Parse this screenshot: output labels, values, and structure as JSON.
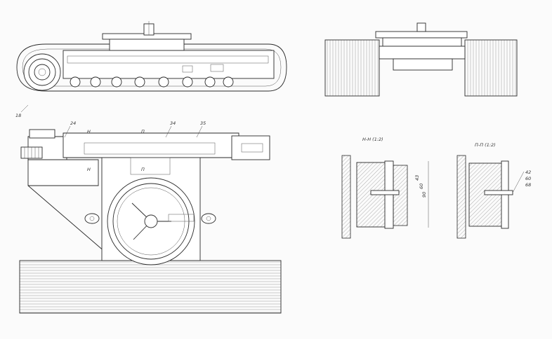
{
  "labels": {
    "callout_18": "18",
    "callout_24": "24",
    "callout_34": "34",
    "callout_35": "35",
    "cut_h_left": "H",
    "cut_h_left2": "H",
    "cut_p_left": "П",
    "cut_p_right": "П"
  },
  "sections": {
    "hh_title": "Н-Н (1:2)",
    "pp_title": "П-П (1:2)",
    "hh_dims": [
      "43",
      "60"
    ],
    "hh_height": "90",
    "pp_dims": [
      "42",
      "60",
      "68"
    ]
  },
  "colors": {
    "line": "#2a2a2a",
    "hatch": "#7a7a7a",
    "paper": "#fbfbfb"
  }
}
